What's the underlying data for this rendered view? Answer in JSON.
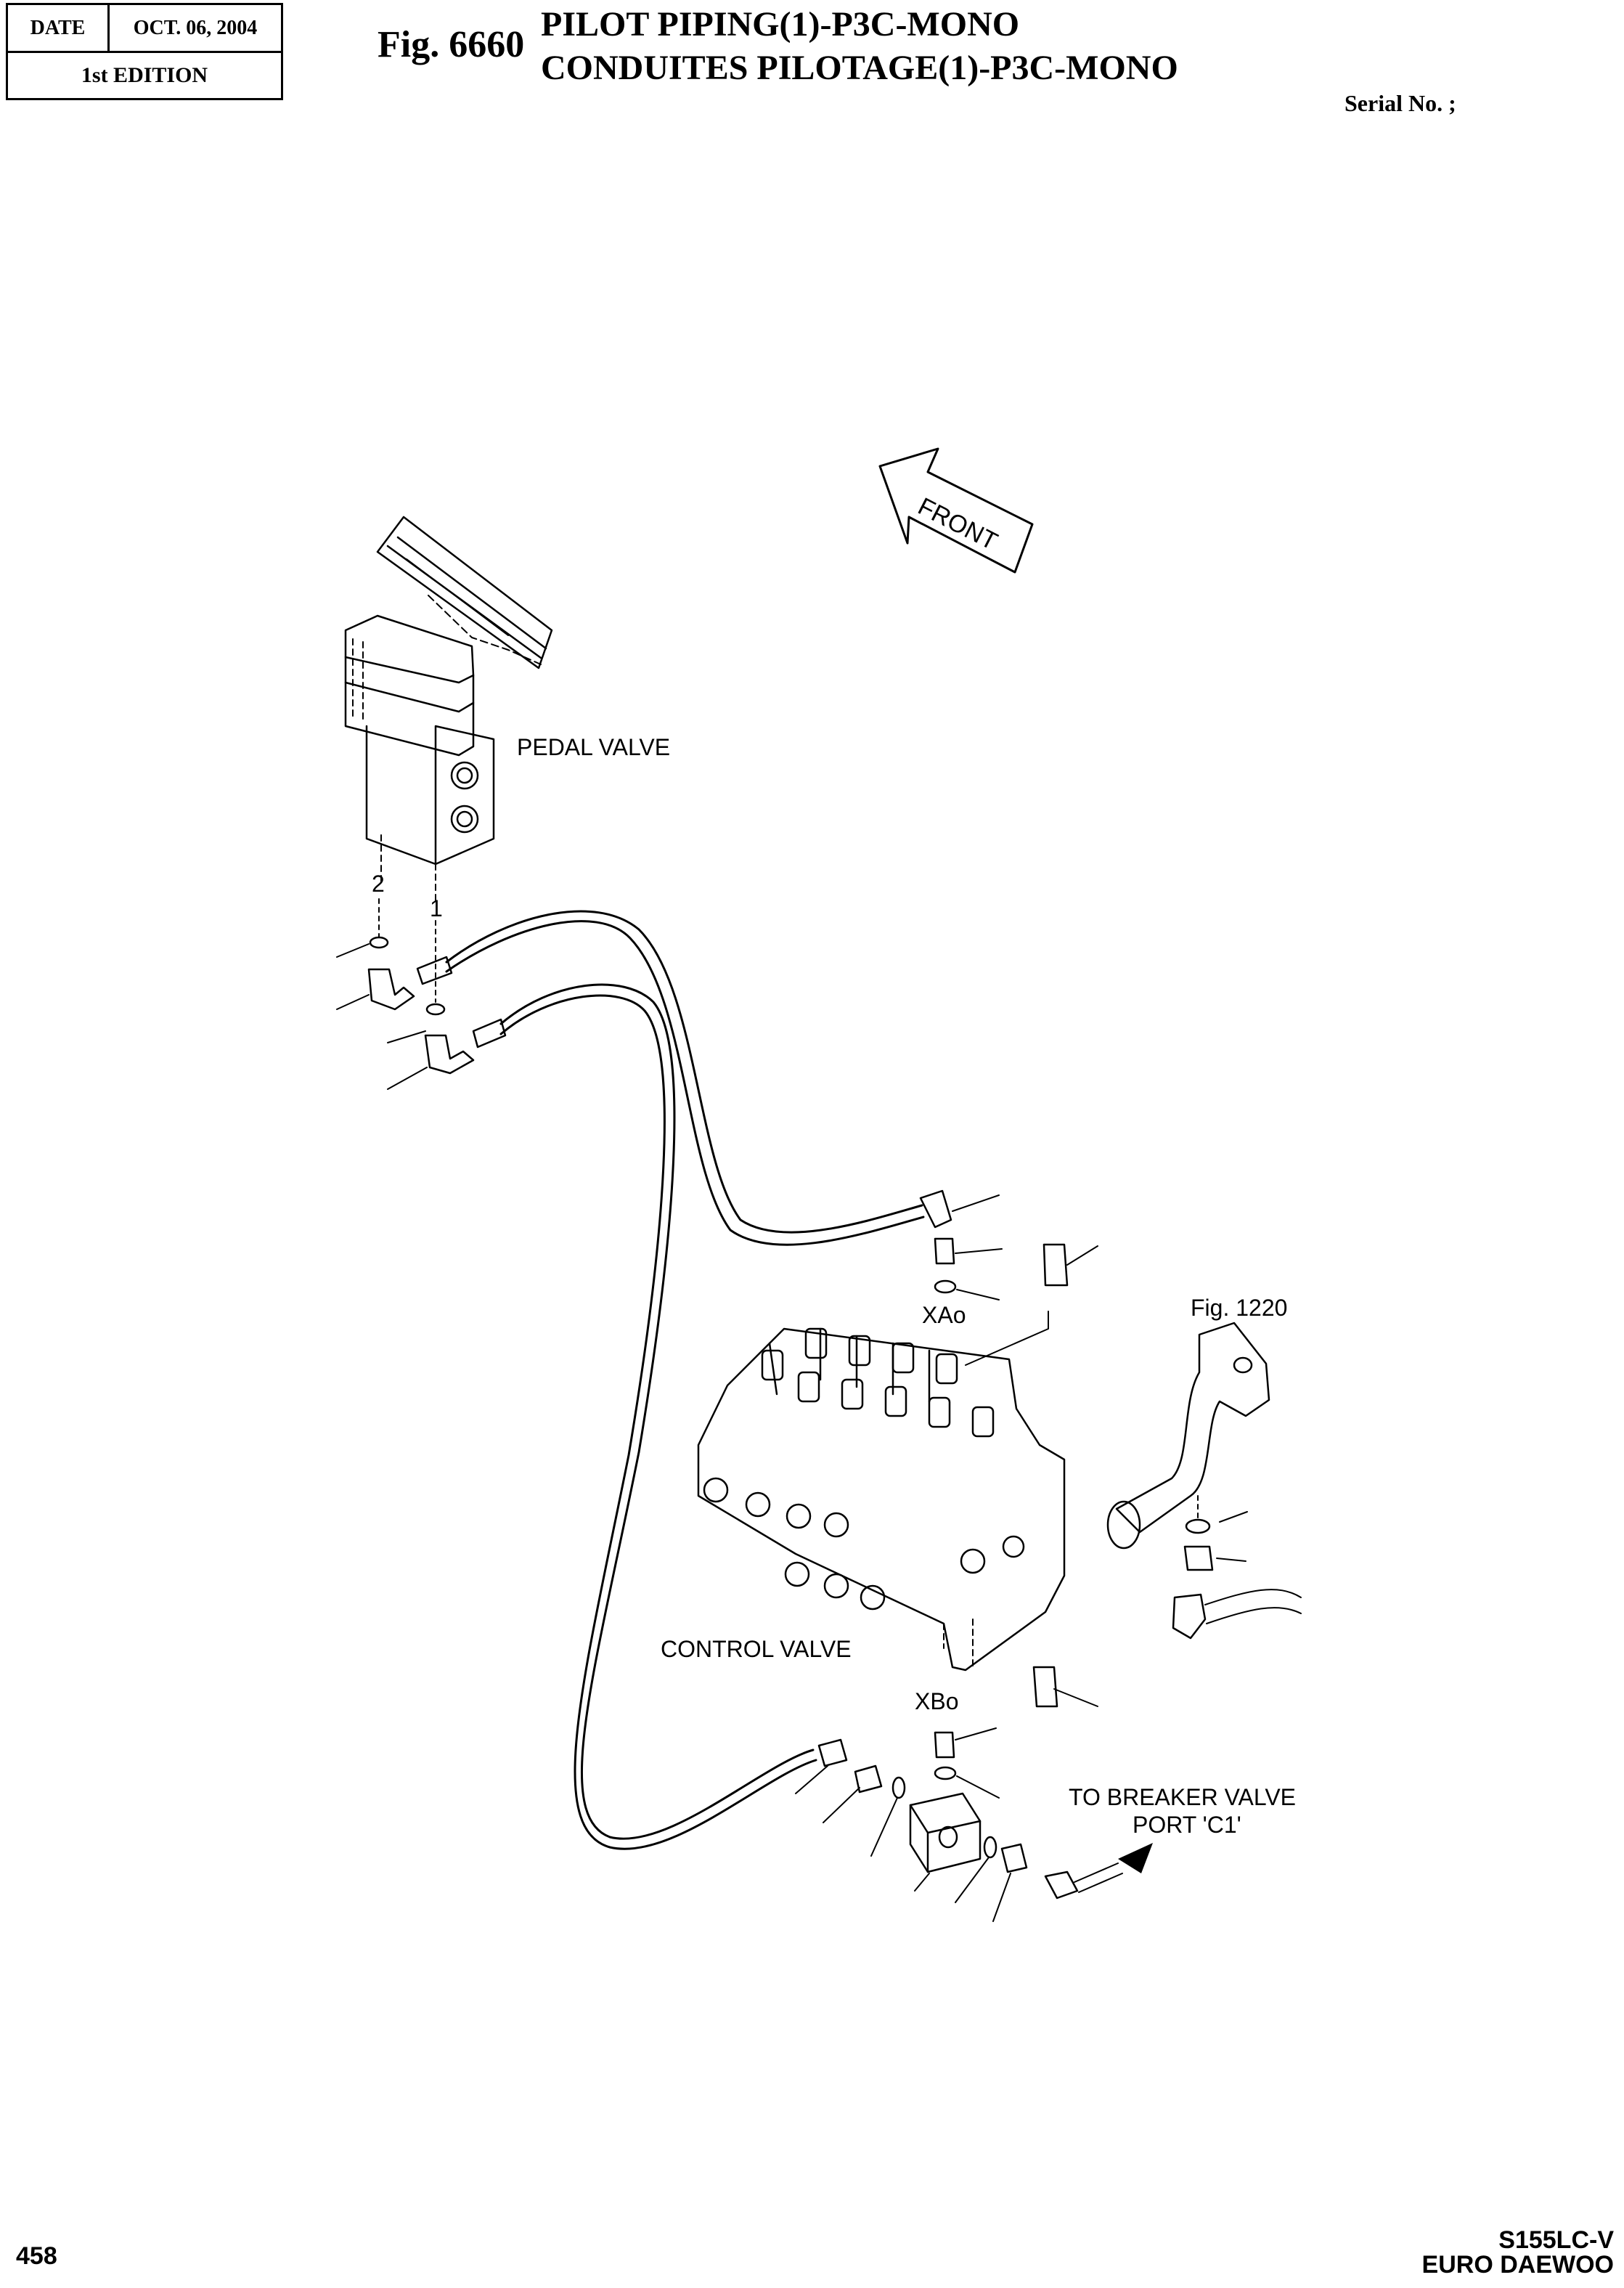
{
  "header": {
    "date_label": "DATE",
    "date_value": "OCT. 06, 2004",
    "edition": "1st EDITION",
    "fig_number": "Fig. 6660",
    "title_en": "PILOT PIPING(1)-P3C-MONO",
    "title_fr": "CONDUITES PILOTAGE(1)-P3C-MONO",
    "serial": "Serial No. ;"
  },
  "diagram": {
    "front_arrow": "FRONT",
    "pedal_valve": "PEDAL VALVE",
    "port_2": "2",
    "port_1": "1",
    "fig_ref": "Fig. 1220",
    "port_xao": "XAo",
    "control_valve": "CONTROL VALVE",
    "port_xbo": "XBo",
    "breaker_line1": "TO BREAKER VALVE",
    "breaker_line2": "PORT 'C1'"
  },
  "footer": {
    "page_number": "458",
    "model": "S155LC-V",
    "brand": "EURO DAEWOO"
  }
}
